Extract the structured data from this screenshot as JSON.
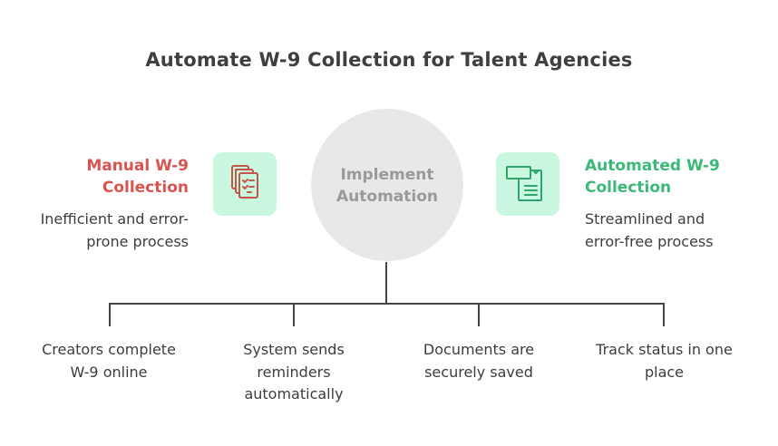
{
  "title": "Automate W-9 Collection for Talent Agencies",
  "center": {
    "label": "Implement Automation",
    "icon": "none"
  },
  "left": {
    "title": "Manual W-9 Collection",
    "description": "Inefficient and error-prone process",
    "icon": "stacked-checklist-documents-icon",
    "color": "#d9534f"
  },
  "right": {
    "title": "Automated W-9 Collection",
    "description": "Streamlined and error-free process",
    "icon": "automated-form-icon",
    "color": "#3cb878"
  },
  "steps": [
    {
      "label": "Creators complete W-9 online"
    },
    {
      "label": "System sends reminders automatically"
    },
    {
      "label": "Documents are securely saved"
    },
    {
      "label": "Track status in one place"
    }
  ],
  "colors": {
    "icon_background": "#c9f7e0",
    "circle": "#e8e8e8",
    "connector": "#444444"
  }
}
